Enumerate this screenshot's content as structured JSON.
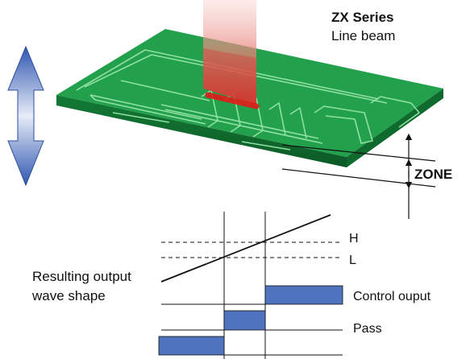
{
  "labels": {
    "series_title": "ZX Series",
    "series_subtitle": "Line beam",
    "zone": "ZONE",
    "threshold_high": "H",
    "threshold_low": "L",
    "output_line1": "Resulting output",
    "output_line2": "wave shape",
    "control_output": "Control ouput",
    "pass": "Pass"
  },
  "colors": {
    "pcb": "#1f9a47",
    "pcb_trace": "#8fe0a2",
    "beam": "#e2423d",
    "arrow": "#3b62b8",
    "signal_fill": "#4f74bd"
  }
}
